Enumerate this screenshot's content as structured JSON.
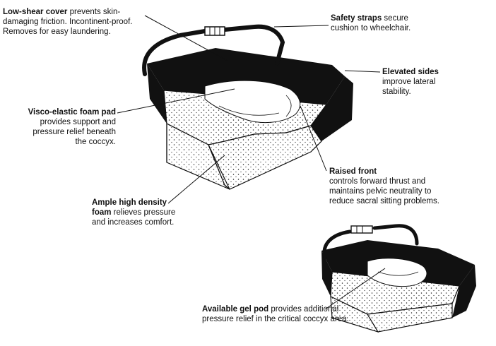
{
  "labels": {
    "low_shear": {
      "bold": "Low-shear cover",
      "l1_rest": " prevents skin-",
      "l2": "damaging friction. Incontinent-proof.",
      "l3": "Removes for easy laundering."
    },
    "straps": {
      "bold": "Safety straps",
      "l1_rest": " secure",
      "l2": "cushion to wheelchair."
    },
    "elevated": {
      "bold": "Elevated sides",
      "l2": "improve lateral",
      "l3": "stability."
    },
    "visco": {
      "bold": "Visco-elastic foam pad",
      "l2": "provides support and",
      "l3": "pressure relief beneath",
      "l4": "the coccyx."
    },
    "raised": {
      "bold": "Raised front",
      "l2": "controls forward thrust and",
      "l3": "maintains pelvic neutrality to",
      "l4": "reduce sacral sitting problems."
    },
    "ample": {
      "bold1": "Ample high density",
      "bold2": "foam",
      "l2_rest": " relieves pressure",
      "l3": "and increases comfort."
    },
    "gel": {
      "bold": "Available gel pod",
      "l1_rest": " provides additional",
      "l2": "pressure relief in the critical coccyx area."
    }
  },
  "colors": {
    "ink": "#111111",
    "background": "#ffffff"
  }
}
